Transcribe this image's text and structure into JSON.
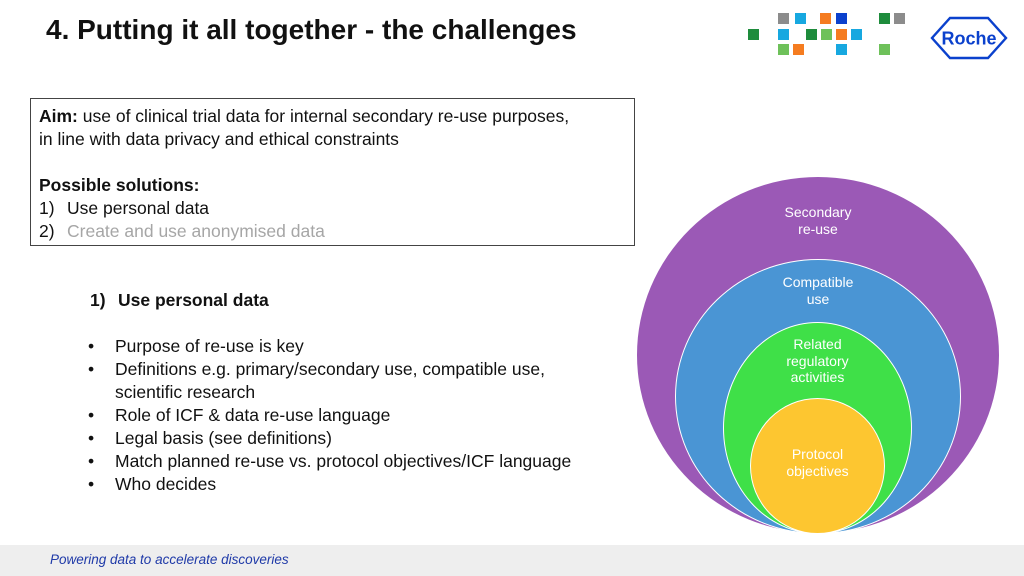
{
  "header": {
    "title": "4. Putting it all together - the challenges",
    "logo_text": "Roche"
  },
  "colors": {
    "brand_blue": "#0b41cd",
    "mosaic": [
      "#8c8c8c",
      "#17a8e0",
      "#f57c20",
      "#0b41cd",
      "#1e8c3c",
      "#6ec15a"
    ],
    "circle_outer": "#9b59b6",
    "circle_2": "#4a95d4",
    "circle_3": "#3fe048",
    "circle_inner": "#fdc630"
  },
  "aim_box": {
    "aim_label": "Aim:",
    "aim_text_line1": "use of clinical trial data for internal secondary re-use purposes,",
    "aim_text_line2": "in line with data privacy and ethical constraints",
    "solutions_label": "Possible solutions:",
    "solutions": [
      {
        "num": "1)",
        "text": "Use personal data"
      },
      {
        "num": "2)",
        "text": "Create and use anonymised data"
      }
    ]
  },
  "section": {
    "num": "1)",
    "heading": "Use personal data",
    "bullets": [
      "Purpose of re-use is key",
      "Definitions e.g. primary/secondary use, compatible use,",
      "scientific research",
      "Role of ICF & data re-use language",
      "Legal basis (see definitions)",
      "Match planned re-use vs. protocol objectives/ICF language",
      "Who decides"
    ]
  },
  "diagram": {
    "circles": [
      {
        "label": "Secondary\nre-use"
      },
      {
        "label": "Compatible\nuse"
      },
      {
        "label": "Related\nregulatory\nactivities"
      },
      {
        "label": "Protocol\nobjectives"
      }
    ]
  },
  "footer": {
    "tagline": "Powering data to accelerate discoveries"
  }
}
